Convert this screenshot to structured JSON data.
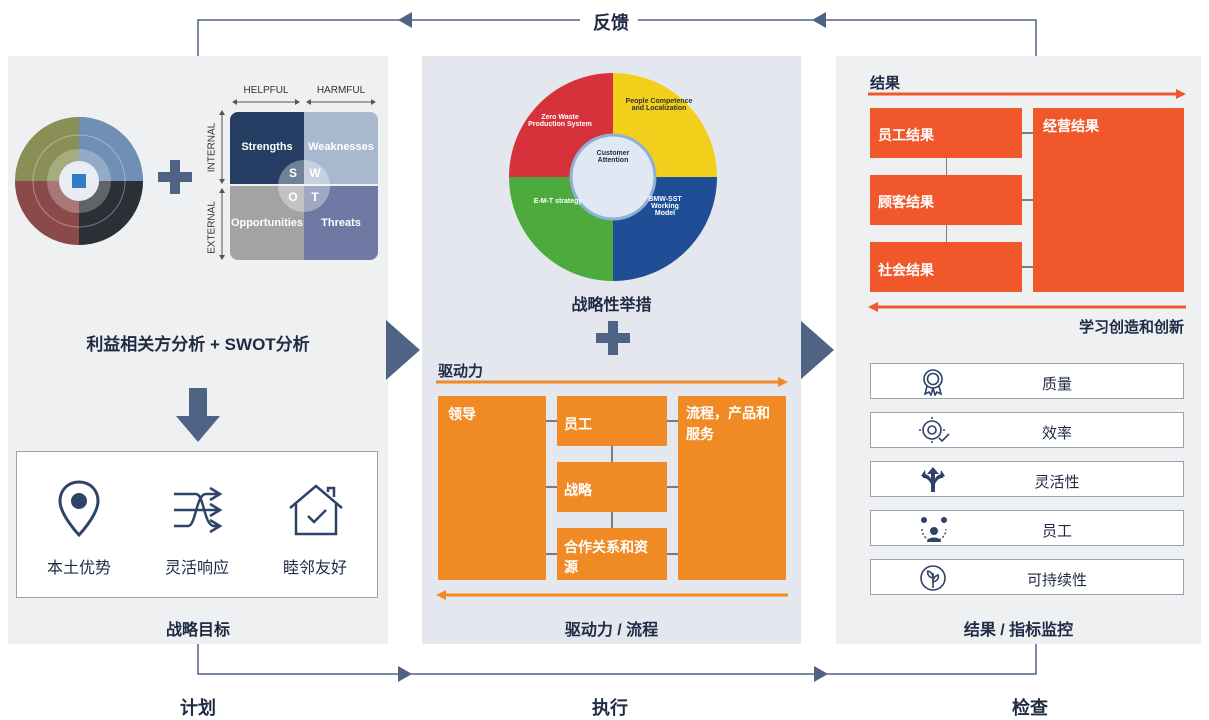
{
  "feedback": "反馈",
  "phases": {
    "plan": "计划",
    "do": "执行",
    "check": "检查"
  },
  "left": {
    "swot": {
      "helpful": "HELPFUL",
      "harmful": "HARMFUL",
      "internal": "INTERNAL",
      "external": "EXTERNAL",
      "strengths": "Strengths",
      "weaknesses": "Weaknesses",
      "opportunities": "Opportunities",
      "threats": "Threats",
      "s": "S",
      "w": "W",
      "o": "O",
      "t": "T"
    },
    "analysis_title": "利益相关方分析 + SWOT分析",
    "goals": [
      {
        "label": "本土优势",
        "icon": "location-pin-icon"
      },
      {
        "label": "灵活响应",
        "icon": "arrows-icon"
      },
      {
        "label": "睦邻友好",
        "icon": "house-check-icon"
      }
    ],
    "goals_title": "战略目标"
  },
  "middle": {
    "wheel": {
      "zero_waste": "Zero Waste Production System",
      "people": "People Competence and Localization",
      "customer": "Customer Attention",
      "emt": "E-M-T strategy",
      "bmw": "BMW-SST Working Model"
    },
    "initiatives_title": "战略性举措",
    "drivers_header": "驱动力",
    "lead": "领导",
    "staff": "员工",
    "strategy": "战略",
    "partners": "合作关系和资源",
    "process": "流程，产品和服务",
    "bottom_title": "驱动力 / 流程"
  },
  "right": {
    "results_header": "结果",
    "employee_results": "员工结果",
    "customer_results": "顾客结果",
    "society_results": "社会结果",
    "business_results": "经营结果",
    "learning": "学习创造和创新",
    "indicators": [
      {
        "label": "质量",
        "icon": "quality-medal-icon"
      },
      {
        "label": "效率",
        "icon": "gear-check-icon"
      },
      {
        "label": "灵活性",
        "icon": "split-arrows-icon"
      },
      {
        "label": "员工",
        "icon": "people-icon"
      },
      {
        "label": "可持续性",
        "icon": "leaf-icon"
      }
    ],
    "bottom_title": "结果 / 指标监控"
  },
  "colors": {
    "navy": "#1f2a44",
    "slate": "#4f6485",
    "orange": "#f0572a",
    "orange_light": "#f08a24",
    "panel": "#eef0f2",
    "panel_mid": "#e4e8ee"
  }
}
